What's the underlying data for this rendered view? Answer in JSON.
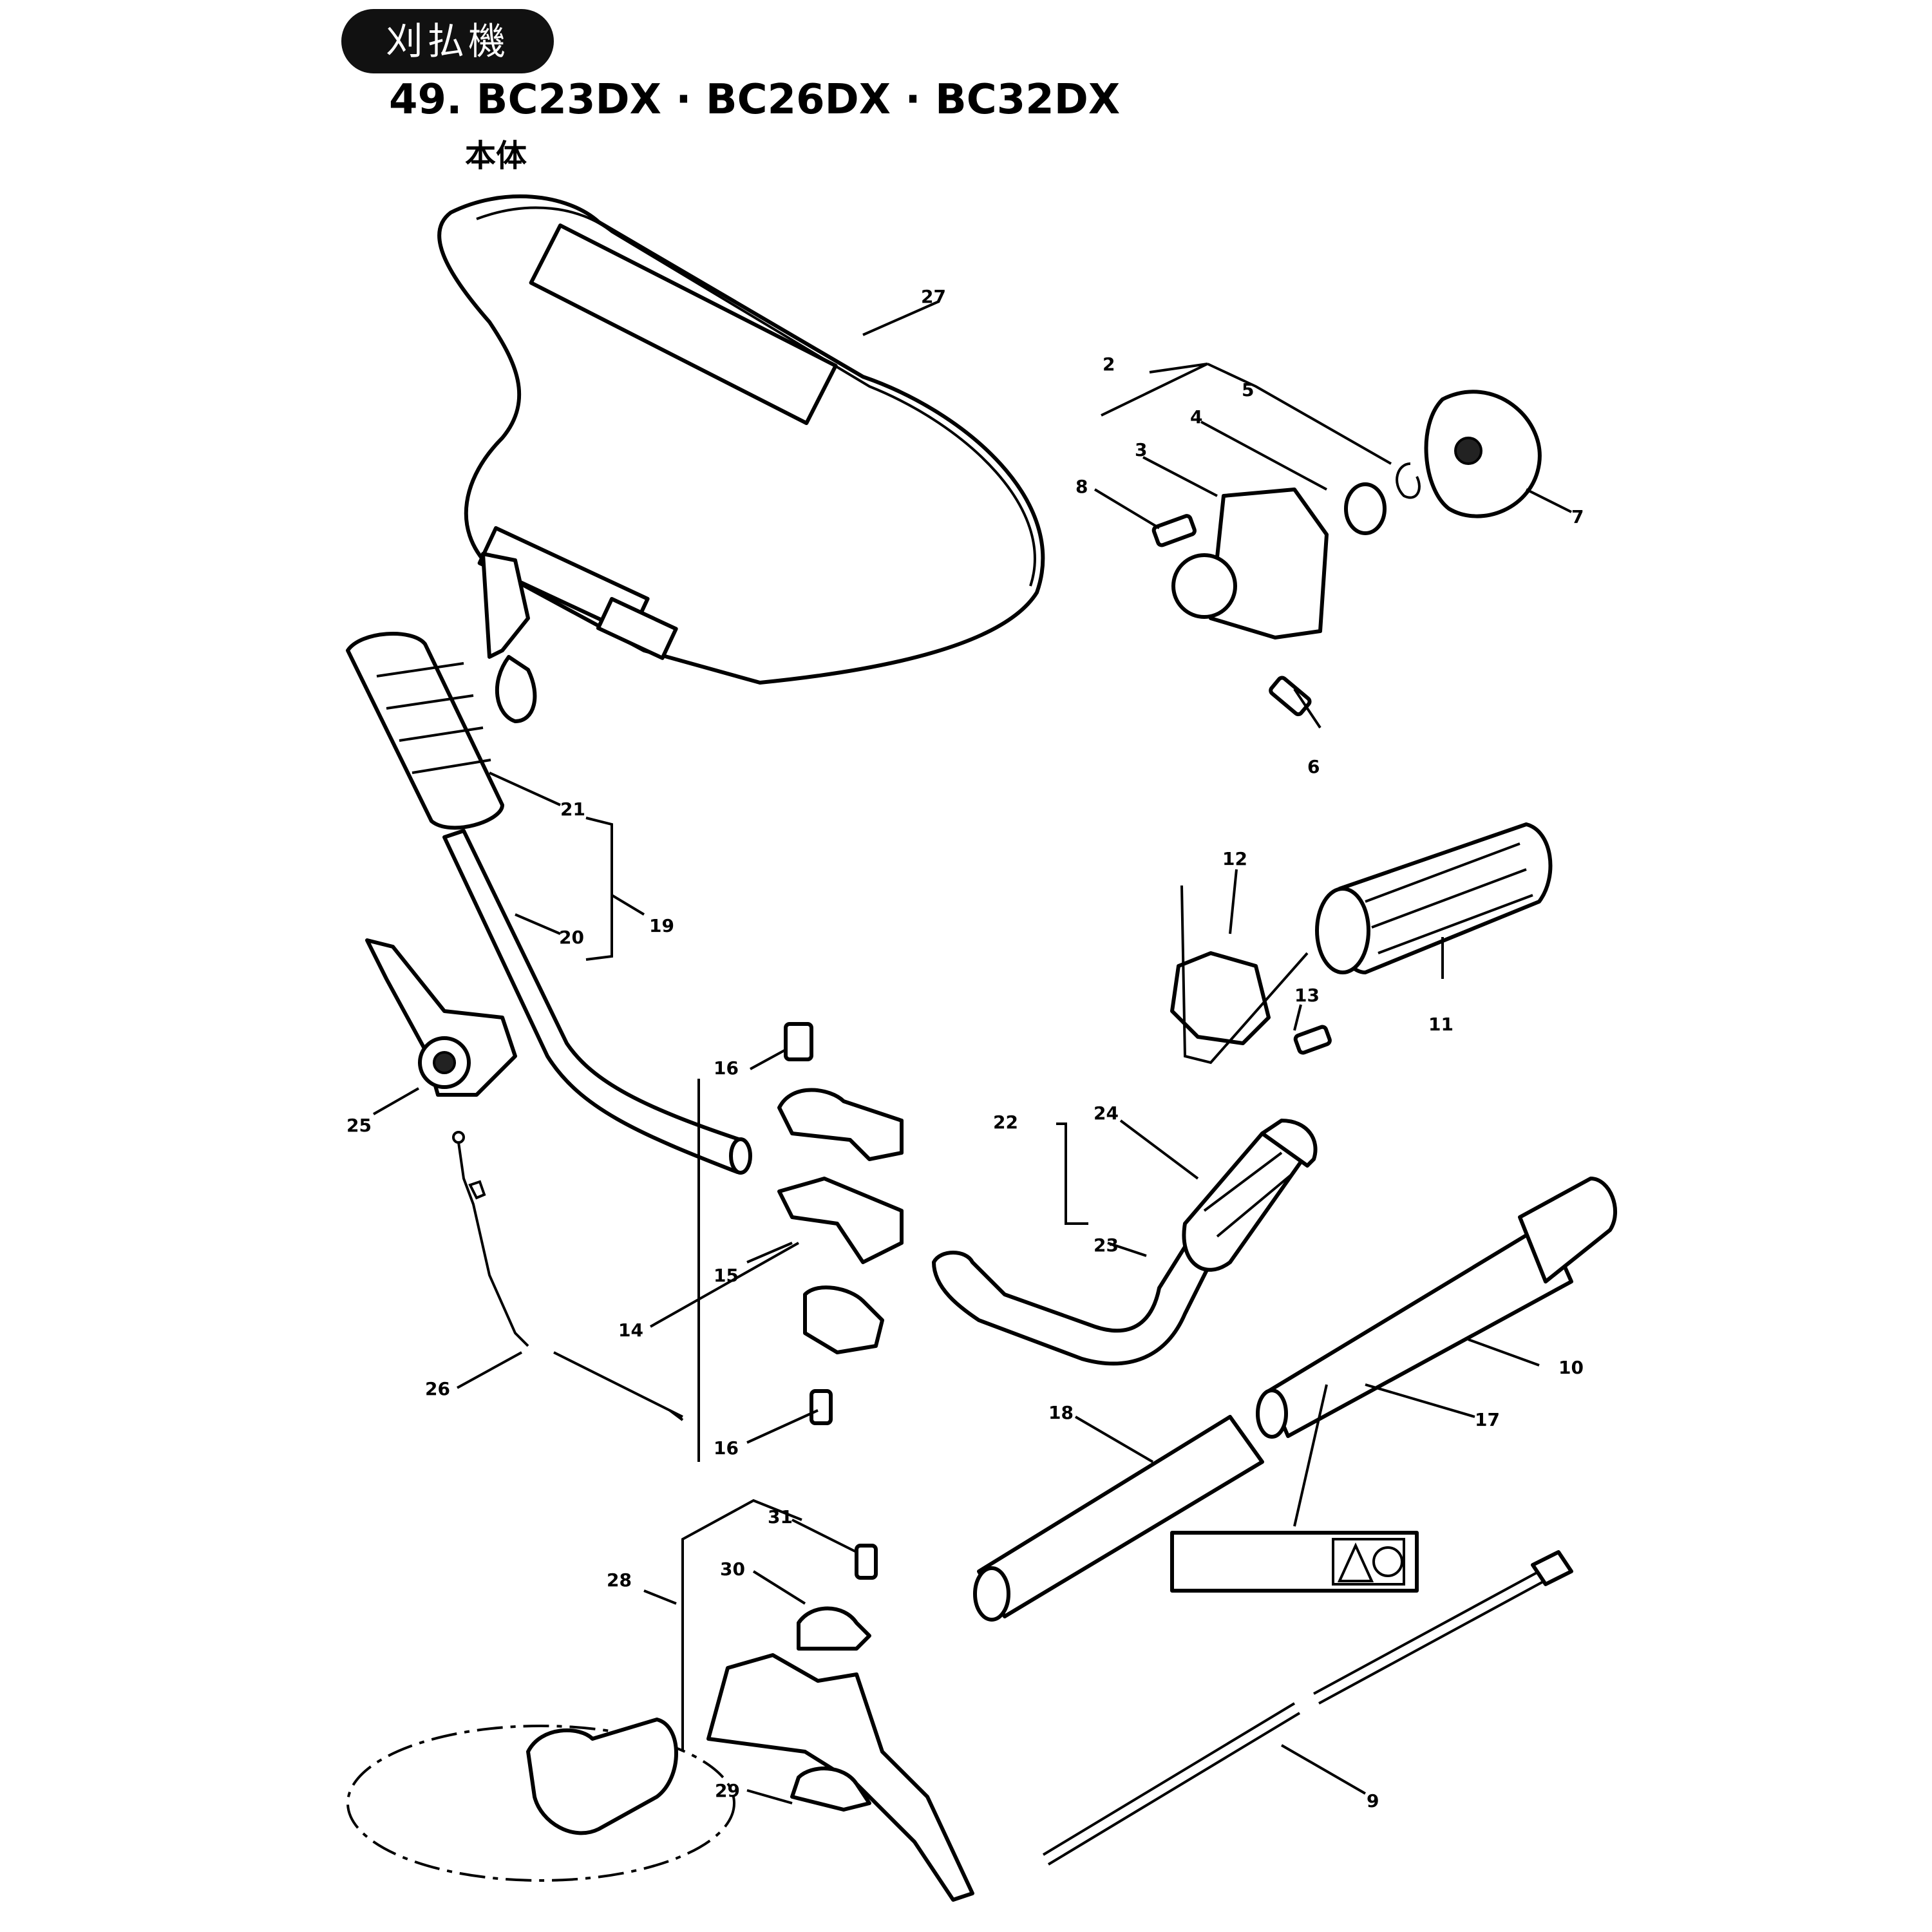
{
  "header": {
    "badge": "刈払機",
    "model_title": "49. BC23DX · BC26DX · BC32DX",
    "subtitle": "本体"
  },
  "callouts": {
    "c27": "27",
    "c2": "2",
    "c5": "5",
    "c4": "4",
    "c3": "3",
    "c8": "8",
    "c7": "7",
    "c6": "6",
    "c21": "21",
    "c19": "19",
    "c20": "20",
    "c12": "12",
    "c13": "13",
    "c11": "11",
    "c25": "25",
    "c16a": "16",
    "c15": "15",
    "c14": "14",
    "c16b": "16",
    "c22": "22",
    "c24": "24",
    "c23": "23",
    "c26": "26",
    "c10": "10",
    "c17": "17",
    "c18": "18",
    "c31": "31",
    "c30": "30",
    "c28": "28",
    "c29": "29",
    "c9": "9"
  }
}
